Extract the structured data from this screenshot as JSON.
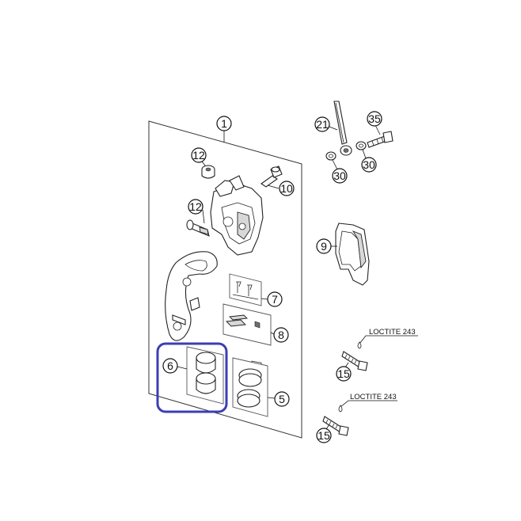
{
  "highlight_color": "#3b3fb3",
  "callouts": {
    "c1": "1",
    "c5": "5",
    "c6": "6",
    "c7": "7",
    "c8": "8",
    "c9": "9",
    "c10": "10",
    "c12a": "12",
    "c12b": "12",
    "c15a": "15",
    "c15b": "15",
    "c21": "21",
    "c30a": "30",
    "c30b": "30",
    "c35": "35"
  },
  "notes": {
    "loctite_1": "LOCTITE 243",
    "loctite_2": "LOCTITE 243"
  }
}
